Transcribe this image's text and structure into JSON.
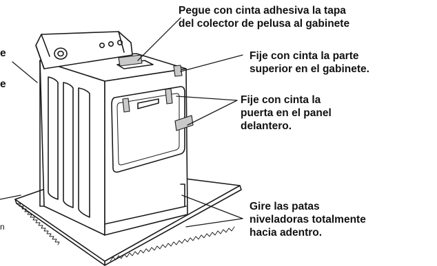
{
  "callouts": {
    "lint_filter_tape": "Pegue con cinta adhesiva la tapa\ndel colector de pelusa al gabinete",
    "top_tape": "Fije con cinta la parte\nsuperior en el gabinete.",
    "door_tape": "Fije con cinta la\npuerta en el panel\ndelantero.",
    "leveling_legs": "Gire las patas\nniveladoras totalmente\nhacia adentro.",
    "left_partial_1": "e",
    "left_partial_2": "e",
    "left_partial_3": "n"
  },
  "colors": {
    "line": "#1a1a1a",
    "text": "#111111",
    "background": "#ffffff",
    "tape": "#c9c9c9"
  },
  "icons": {
    "appliance": "clothes-dryer-illustration",
    "base": "cardboard-pad"
  }
}
